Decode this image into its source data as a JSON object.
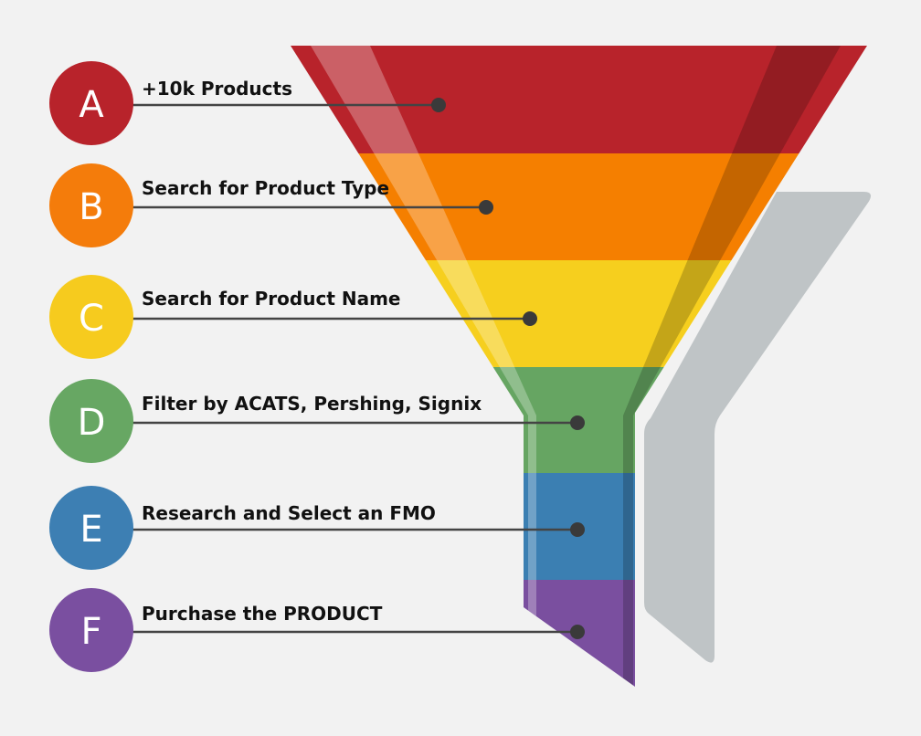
{
  "stages": [
    {
      "letter": "A",
      "label": "+10k Products",
      "color": "#b8232b"
    },
    {
      "letter": "B",
      "label": "Search for Product Type",
      "color": "#f47c0b"
    },
    {
      "letter": "C",
      "label": "Search for Product Name",
      "color": "#f6cb1e"
    },
    {
      "letter": "D",
      "label": "Filter by ACATS, Pershing, Signix",
      "color": "#67a763"
    },
    {
      "letter": "E",
      "label": "Research and Select an FMO",
      "color": "#3d7fb3"
    },
    {
      "letter": "F",
      "label": "Purchase the PRODUCT",
      "color": "#7a4fa0"
    }
  ]
}
